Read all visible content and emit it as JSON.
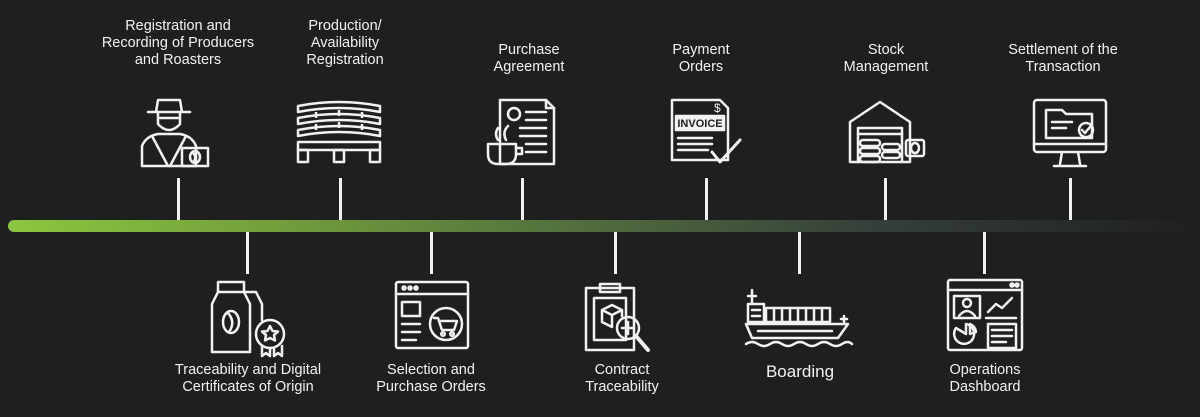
{
  "steps_top": [
    {
      "id": "registration",
      "lines": [
        "Registration and",
        "Recording of Producers",
        "and Roasters"
      ],
      "icon": "farmer-icon"
    },
    {
      "id": "production",
      "lines": [
        "Production/",
        "Availability",
        "Registration"
      ],
      "icon": "coffee-sacks-pallet-icon"
    },
    {
      "id": "purchase-agreement",
      "lines": [
        "Purchase",
        "Agreement"
      ],
      "icon": "contract-coffee-cup-icon"
    },
    {
      "id": "payment-orders",
      "lines": [
        "Payment",
        "Orders"
      ],
      "icon": "invoice-icon",
      "icon_text": "INVOICE",
      "icon_symbol": "$"
    },
    {
      "id": "stock-management",
      "lines": [
        "Stock",
        "Management"
      ],
      "icon": "warehouse-icon"
    },
    {
      "id": "settlement",
      "lines": [
        "Settlement of the",
        "Transaction"
      ],
      "icon": "monitor-check-icon"
    }
  ],
  "steps_bottom": [
    {
      "id": "traceability-certificates",
      "lines": [
        "Traceability and Digital",
        "Certificates of Origin"
      ],
      "icon": "coffee-bag-badge-icon"
    },
    {
      "id": "selection-orders",
      "lines": [
        "Selection and",
        "Purchase Orders"
      ],
      "icon": "web-shop-cart-icon"
    },
    {
      "id": "contract-traceability",
      "lines": [
        "Contract",
        "Traceability"
      ],
      "icon": "clipboard-search-icon"
    },
    {
      "id": "boarding",
      "lines": [
        "Boarding"
      ],
      "icon": "cargo-ship-icon"
    },
    {
      "id": "operations-dashboard",
      "lines": [
        "Operations",
        "Dashboard"
      ],
      "icon": "dashboard-icon"
    }
  ],
  "colors": {
    "background": "#1e1f1f",
    "timeline_start": "#8dc63f",
    "timeline_end": "#1e1f1f",
    "foreground": "#f2f2f2"
  }
}
